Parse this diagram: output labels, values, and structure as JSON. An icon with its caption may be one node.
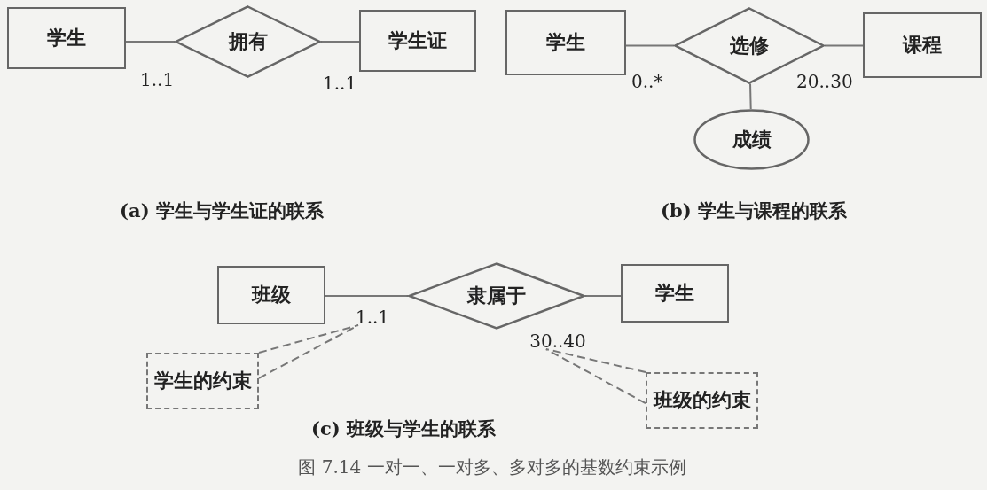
{
  "diagram": {
    "caption": "图 7.14 一对一、一对多、多对多的基数约束示例",
    "nodes": [
      {
        "text": [
          "学生"
        ]
      },
      {
        "text": [
          "拥有"
        ]
      },
      {
        "text": [
          "学生证"
        ]
      },
      {
        "text": [
          "学生"
        ]
      },
      {
        "text": [
          "选修"
        ]
      },
      {
        "text": [
          "课程"
        ]
      },
      {
        "text": [
          "成绩"
        ]
      },
      {
        "text": [
          "班级"
        ]
      },
      {
        "text": [
          "隶属于"
        ]
      },
      {
        "text": [
          "学生"
        ]
      },
      {
        "text": [
          "学生的约束"
        ]
      },
      {
        "text": [
          "班级的约束"
        ]
      },
      {
        "text": [
          "1..1"
        ]
      },
      {
        "text": [
          "30..40"
        ]
      }
    ],
    "edges": [
      {
        "from": 0,
        "to": 1,
        "arrow": "none",
        "label": "1..1"
      },
      {
        "from": 1,
        "to": 2,
        "arrow": "none",
        "label": "1..1"
      },
      {
        "from": 3,
        "to": 4,
        "arrow": "none",
        "label": "0..*"
      },
      {
        "from": 4,
        "to": 5,
        "arrow": "none",
        "label": "20..30"
      },
      {
        "from": 4,
        "to": 6,
        "arrow": "none"
      },
      {
        "from": 7,
        "to": 8,
        "arrow": "none"
      },
      {
        "from": 8,
        "to": 9,
        "arrow": "none"
      },
      {
        "from": 10,
        "to": 12,
        "arrow": "none",
        "style": "dashed"
      },
      {
        "from": 11,
        "to": 13,
        "arrow": "none",
        "style": "dashed"
      }
    ],
    "labels": [
      "(a) 学生与学生证的联系",
      "(b) 学生与课程的联系",
      "(c) 班级与学生的联系"
    ]
  }
}
